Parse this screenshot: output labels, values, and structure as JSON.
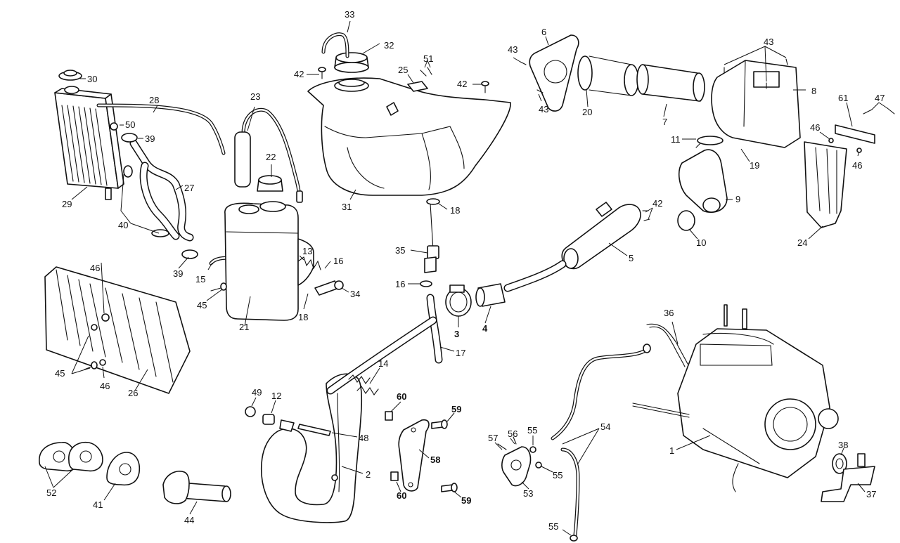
{
  "colors": {
    "line": "#111111",
    "background": "#ffffff"
  },
  "labels": {
    "n1": "1",
    "n2": "2",
    "n3": "3",
    "n4": "4",
    "n5": "5",
    "n6": "6",
    "n7": "7",
    "n8": "8",
    "n9": "9",
    "n10": "10",
    "n11": "11",
    "n12": "12",
    "n13": "13",
    "n14": "14",
    "n15": "15",
    "n16a": "16",
    "n16b": "16",
    "n17": "17",
    "n18a": "18",
    "n18b": "18",
    "n19": "19",
    "n20": "20",
    "n21": "21",
    "n22": "22",
    "n23": "23",
    "n24": "24",
    "n25": "25",
    "n26": "26",
    "n27": "27",
    "n28": "28",
    "n29": "29",
    "n30": "30",
    "n31": "31",
    "n32": "32",
    "n33": "33",
    "n34": "34",
    "n35": "35",
    "n36": "36",
    "n37": "37",
    "n38": "38",
    "n39a": "39",
    "n39b": "39",
    "n40": "40",
    "n41": "41",
    "n42a": "42",
    "n42b": "42",
    "n42c": "42",
    "n43a": "43",
    "n43b": "43",
    "n43c": "43",
    "n44": "44",
    "n45a": "45",
    "n45b": "45",
    "n46a": "46",
    "n46b": "46",
    "n46c": "46",
    "n46d": "46",
    "n47": "47",
    "n48": "48",
    "n49": "49",
    "n50": "50",
    "n51": "51",
    "n52": "52",
    "n53": "53",
    "n54": "54",
    "n55a": "55",
    "n55b": "55",
    "n55c": "55",
    "n56": "56",
    "n57": "57",
    "n58": "58",
    "n59a": "59",
    "n59b": "59",
    "n60a": "60",
    "n60b": "60",
    "n61": "61"
  }
}
